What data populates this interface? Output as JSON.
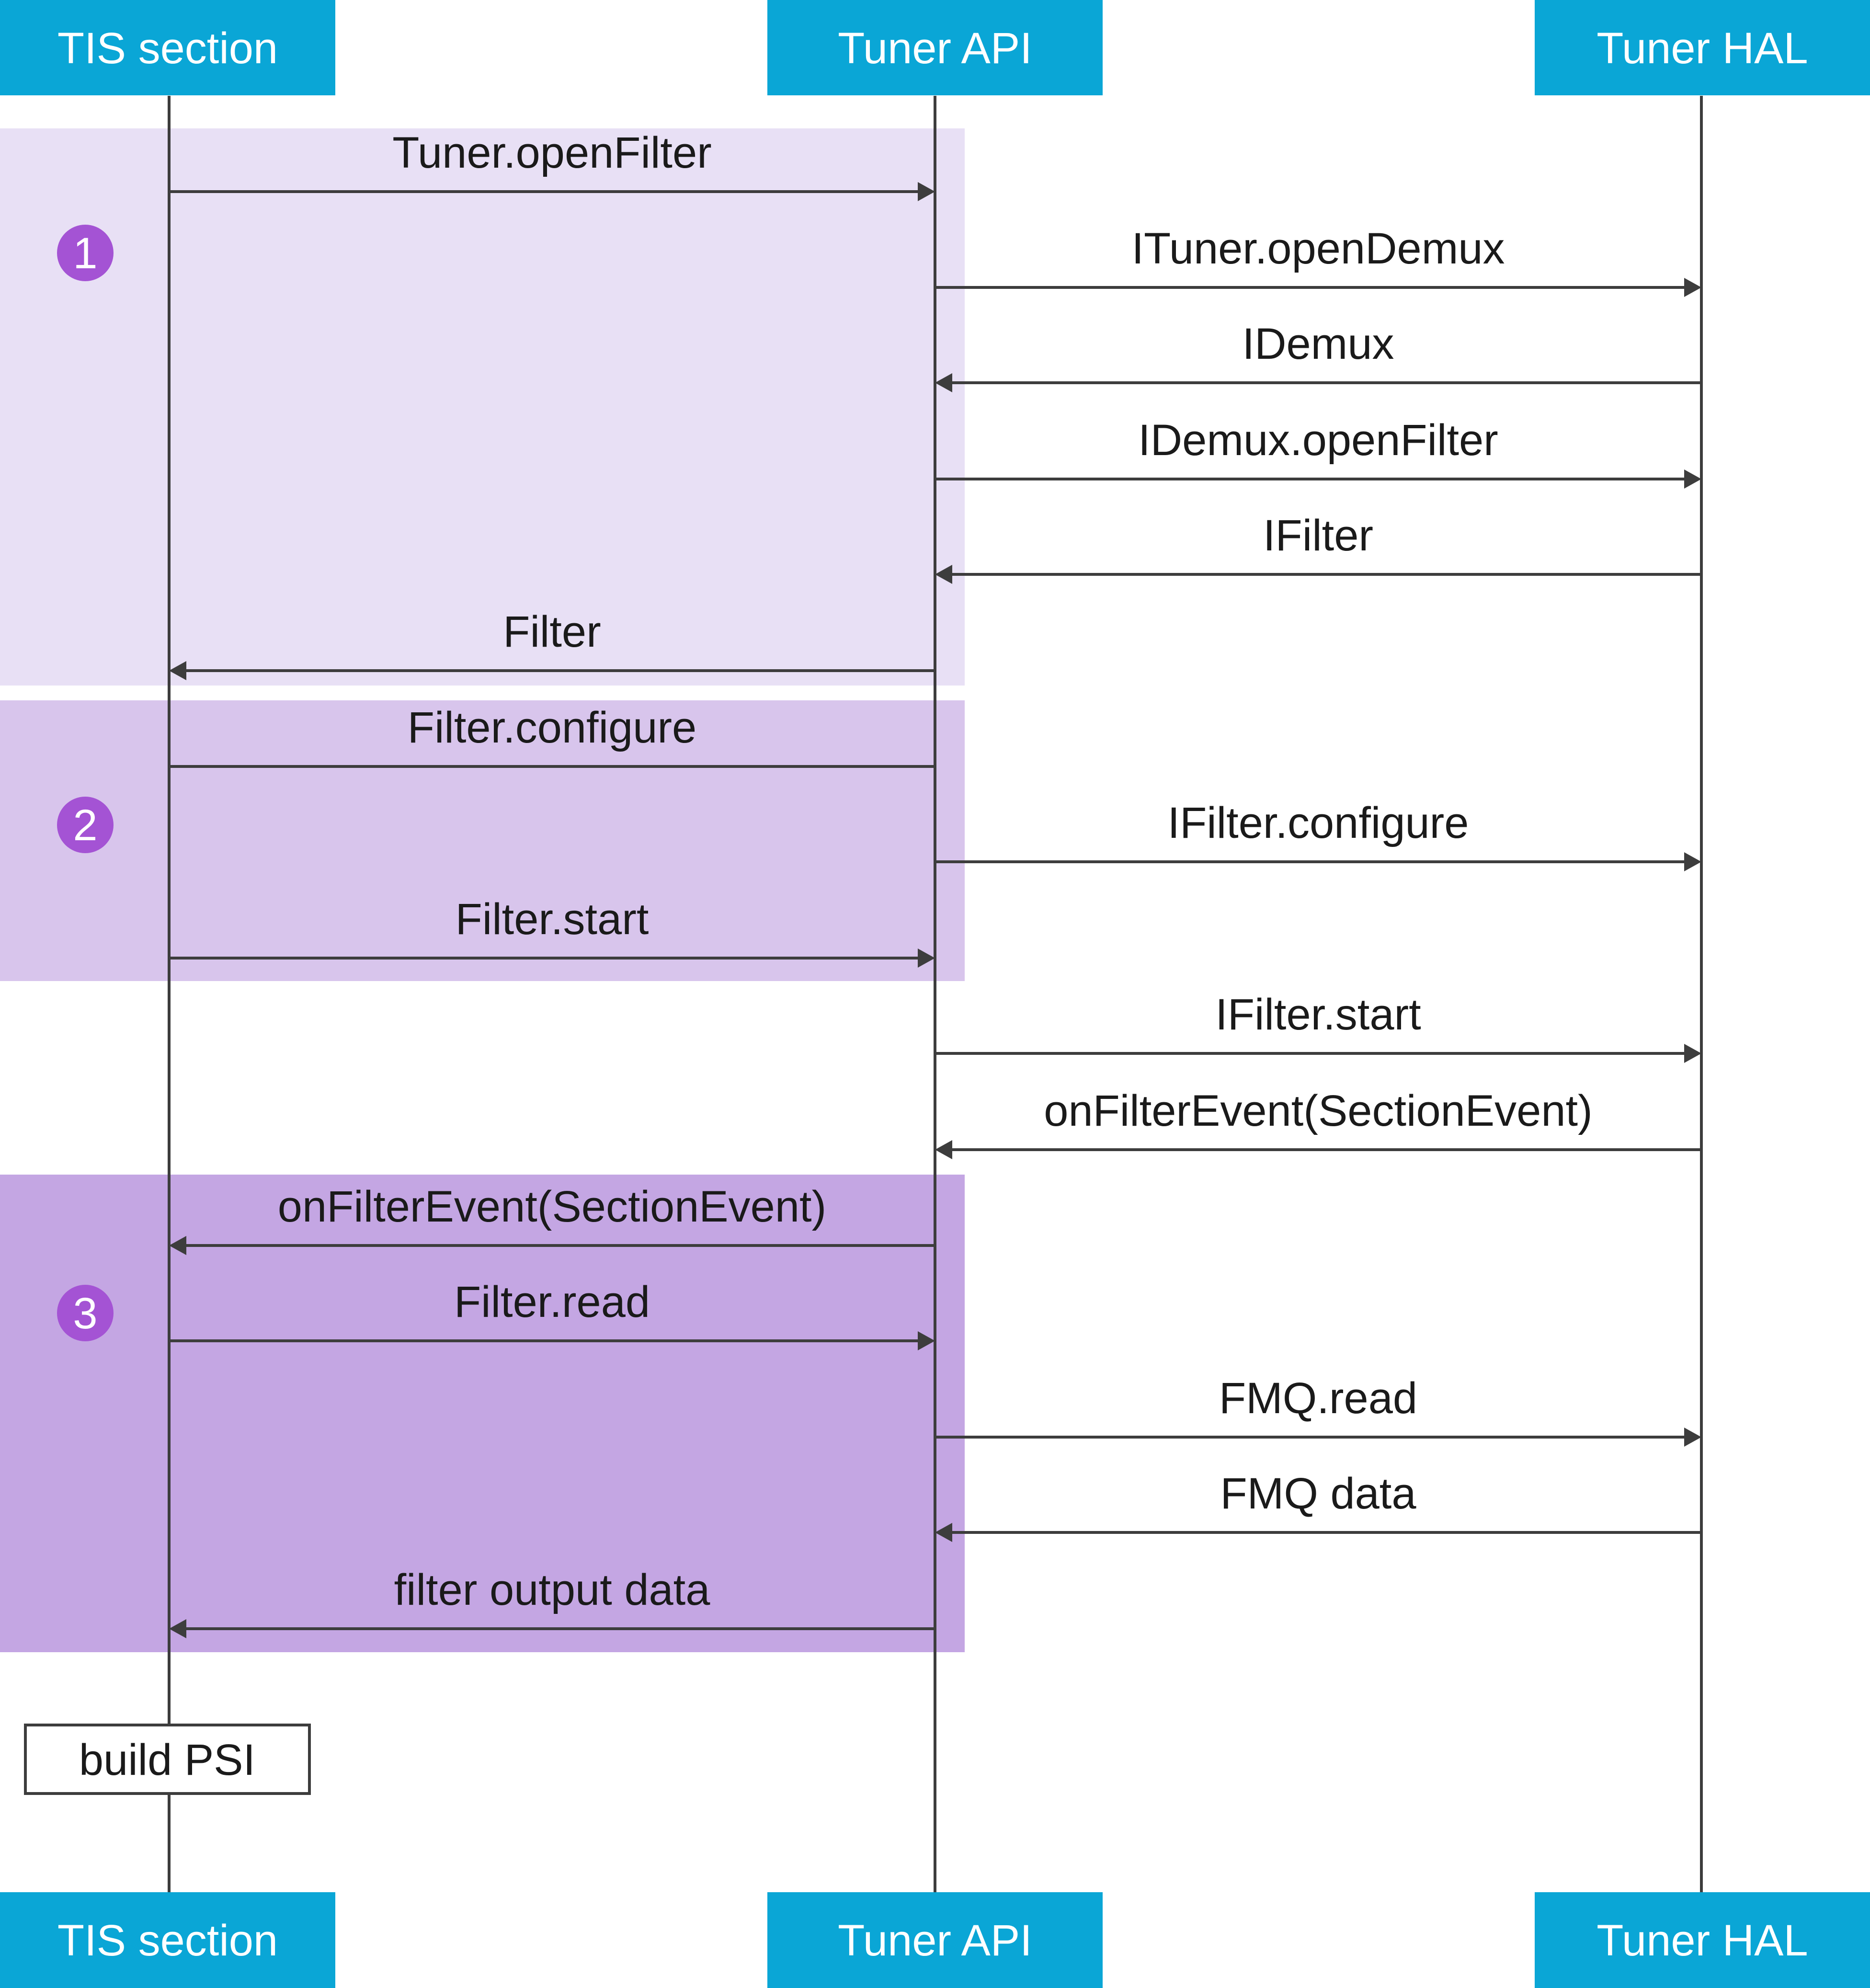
{
  "participants": [
    {
      "id": "tis",
      "label": "TIS section"
    },
    {
      "id": "api",
      "label": "Tuner API"
    },
    {
      "id": "hal",
      "label": "Tuner HAL"
    }
  ],
  "groups": [
    {
      "number": "1",
      "color": "#e8e0f5"
    },
    {
      "number": "2",
      "color": "#d8c5ec"
    },
    {
      "number": "3",
      "color": "#c4a6e3"
    }
  ],
  "badge_color": "#a453d4",
  "header_color": "#0aa6d6",
  "messages": [
    {
      "from": "tis",
      "to": "api",
      "label": "Tuner.openFilter"
    },
    {
      "from": "api",
      "to": "hal",
      "label": "ITuner.openDemux"
    },
    {
      "from": "hal",
      "to": "api",
      "label": "IDemux"
    },
    {
      "from": "api",
      "to": "hal",
      "label": "IDemux.openFilter"
    },
    {
      "from": "hal",
      "to": "api",
      "label": "IFilter"
    },
    {
      "from": "api",
      "to": "tis",
      "label": "Filter"
    },
    {
      "from": "tis",
      "to": "api",
      "label": "Filter.configure",
      "arrowhead": false
    },
    {
      "from": "api",
      "to": "hal",
      "label": "IFilter.configure"
    },
    {
      "from": "tis",
      "to": "api",
      "label": "Filter.start"
    },
    {
      "from": "api",
      "to": "hal",
      "label": "IFilter.start"
    },
    {
      "from": "hal",
      "to": "api",
      "label": "onFilterEvent(SectionEvent)"
    },
    {
      "from": "api",
      "to": "tis",
      "label": "onFilterEvent(SectionEvent)"
    },
    {
      "from": "tis",
      "to": "api",
      "label": "Filter.read"
    },
    {
      "from": "api",
      "to": "hal",
      "label": "FMQ.read"
    },
    {
      "from": "hal",
      "to": "api",
      "label": "FMQ data"
    },
    {
      "from": "api",
      "to": "tis",
      "label": "filter output data"
    }
  ],
  "note": {
    "label": "build PSI"
  }
}
